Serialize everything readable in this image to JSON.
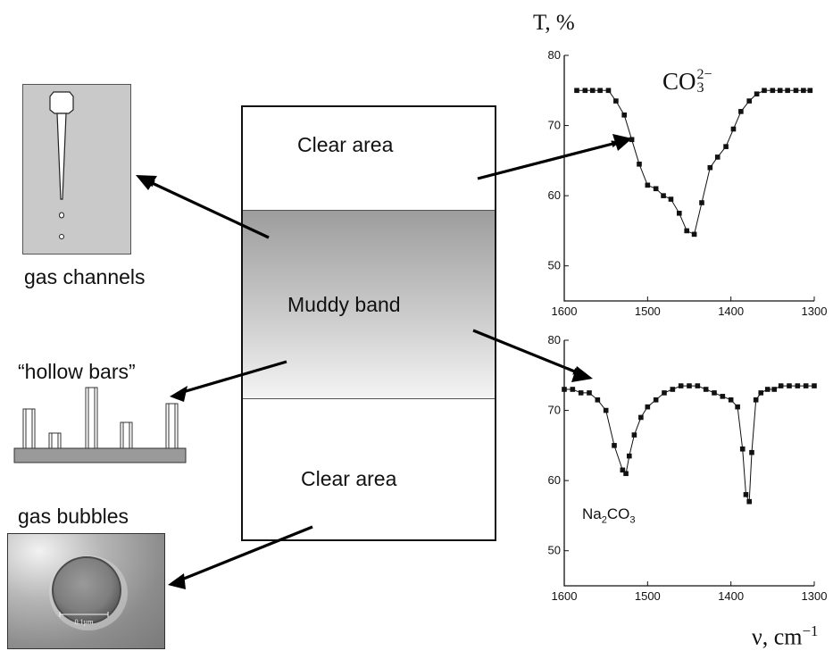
{
  "tube": {
    "top_label": "Clear area",
    "middle_label": "Muddy band",
    "bottom_label": "Clear area"
  },
  "insets": {
    "channels_label": "gas channels",
    "bars_label": "“hollow bars”",
    "bubbles_label": "gas bubbles",
    "scale_bar_text": "0.1µm"
  },
  "axes": {
    "y_label": "T, %",
    "x_label_symbol": "ν, cm",
    "x_label_exp": "−1"
  },
  "chart_data": [
    {
      "type": "line",
      "annotation": {
        "base": "CO",
        "sub": "3",
        "sup": "2−"
      },
      "xlim": [
        1600,
        1300
      ],
      "ylim": [
        45,
        80
      ],
      "x_ticks": [
        1600,
        1500,
        1400,
        1300
      ],
      "y_ticks": [
        50,
        60,
        70,
        80
      ],
      "tick_labels_x": [
        "1600",
        "1500",
        "1400",
        "1300"
      ],
      "tick_labels_y": [
        "50",
        "60",
        "70",
        "80"
      ],
      "series": [
        {
          "x": [
            1585,
            1575,
            1566,
            1557,
            1547,
            1538,
            1528,
            1519,
            1510,
            1500,
            1490,
            1481,
            1472,
            1462,
            1453,
            1444,
            1435,
            1425,
            1416,
            1406,
            1397,
            1388,
            1378,
            1369,
            1360,
            1350,
            1341,
            1332,
            1322,
            1313,
            1305
          ],
          "y": [
            75,
            75,
            75,
            75,
            75,
            73.5,
            71.5,
            68,
            64.5,
            61.5,
            61,
            60,
            59.5,
            57.5,
            55,
            54.5,
            59,
            64,
            65.5,
            67,
            69.5,
            72,
            73.5,
            74.5,
            75,
            75,
            75,
            75,
            75,
            75,
            75
          ]
        }
      ]
    },
    {
      "type": "line",
      "annotation": {
        "base1": "Na",
        "sub1": "2",
        "base2": "CO",
        "sub2": "3"
      },
      "xlim": [
        1600,
        1300
      ],
      "ylim": [
        45,
        80
      ],
      "x_ticks": [
        1600,
        1500,
        1400,
        1300
      ],
      "y_ticks": [
        50,
        60,
        70,
        80
      ],
      "tick_labels_x": [
        "1600",
        "1500",
        "1400",
        "1300"
      ],
      "tick_labels_y": [
        "50",
        "60",
        "70",
        "80"
      ],
      "series": [
        {
          "x": [
            1600,
            1590,
            1580,
            1570,
            1560,
            1550,
            1540,
            1530,
            1526,
            1522,
            1516,
            1508,
            1500,
            1490,
            1480,
            1470,
            1460,
            1450,
            1440,
            1430,
            1420,
            1410,
            1400,
            1392,
            1386,
            1382,
            1378,
            1375,
            1370,
            1364,
            1356,
            1348,
            1340,
            1330,
            1320,
            1310,
            1300
          ],
          "y": [
            73,
            73,
            72.5,
            72.5,
            71.5,
            70,
            65,
            61.5,
            61,
            63.5,
            66.5,
            69,
            70.5,
            71.5,
            72.5,
            73,
            73.5,
            73.5,
            73.5,
            73,
            72.5,
            72,
            71.5,
            70.5,
            64.5,
            58,
            57,
            64,
            71.5,
            72.5,
            73,
            73,
            73.5,
            73.5,
            73.5,
            73.5,
            73.5
          ]
        }
      ]
    }
  ]
}
